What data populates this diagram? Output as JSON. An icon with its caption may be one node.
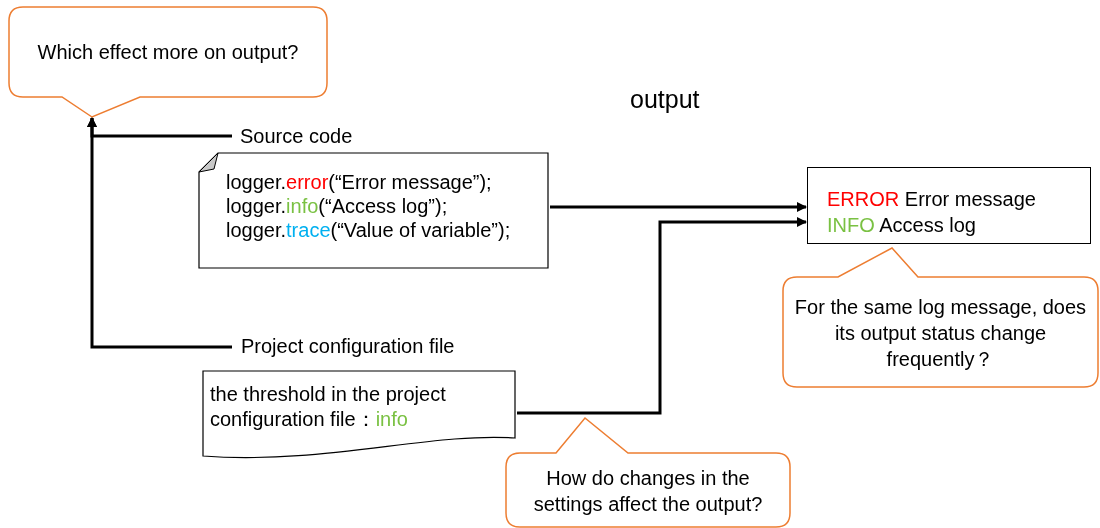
{
  "diagram": {
    "nodes": [
      {
        "text": [
          "Which effect more on output?"
        ]
      },
      {
        "text": [
          "Source code"
        ]
      },
      {
        "text": [
          "logger.",
          "error",
          "(“Error message”);",
          "logger.",
          "info",
          "(“Access log”);",
          "logger.",
          "trace",
          "(“Value of variable”);"
        ]
      },
      {
        "text": [
          "ERROR",
          "Error message",
          "INFO",
          "Access log"
        ]
      },
      {
        "text": [
          "For the same log message, does its output status change frequently？"
        ]
      },
      {
        "text": [
          "Project configuration file"
        ]
      },
      {
        "text": [
          "the threshold in the project configuration file：",
          "info"
        ]
      },
      {
        "text": [
          "How do changes in the settings affect the output?"
        ]
      }
    ],
    "edges": [
      {
        "from": 1,
        "to": 0,
        "arrow": "to"
      },
      {
        "from": 5,
        "to": 0,
        "arrow": "to"
      },
      {
        "from": 2,
        "to": 3,
        "arrow": "to"
      },
      {
        "from": 6,
        "to": 3,
        "arrow": "to"
      }
    ],
    "labels": [
      "output"
    ]
  }
}
